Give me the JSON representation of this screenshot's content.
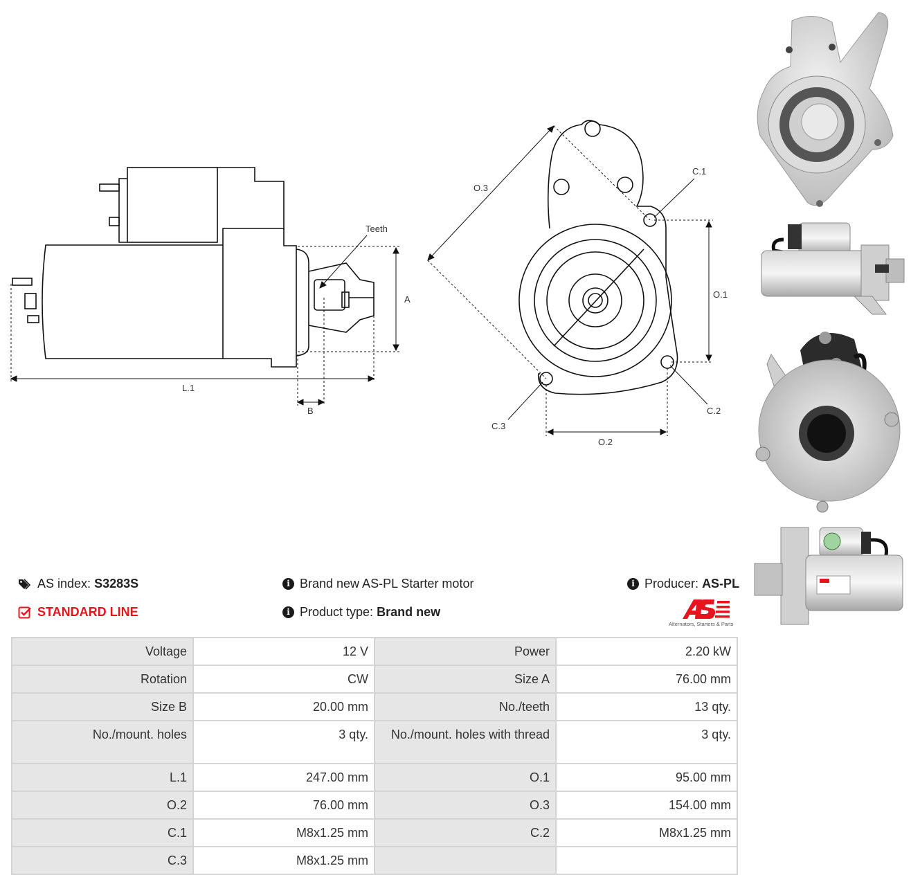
{
  "drawing": {
    "labels": {
      "teeth": "Teeth",
      "a": "A",
      "b": "B",
      "l1": "L.1",
      "o1": "O.1",
      "o2": "O.2",
      "o3": "O.3",
      "c1": "C.1",
      "c2": "C.2",
      "c3": "C.3"
    }
  },
  "info": {
    "as_index_label": "AS index:",
    "as_index_value": "S3283S",
    "line": "STANDARD LINE",
    "brand_text": "Brand new AS-PL Starter motor",
    "product_type_label": "Product type:",
    "product_type_value": "Brand new",
    "producer_label": "Producer:",
    "producer_value": "AS-PL",
    "logo_tagline": "Alternators, Starters & Parts"
  },
  "specs": [
    {
      "l1": "Voltage",
      "v1": "12 V",
      "l2": "Power",
      "v2": "2.20 kW"
    },
    {
      "l1": "Rotation",
      "v1": "CW",
      "l2": "Size A",
      "v2": "76.00 mm"
    },
    {
      "l1": "Size B",
      "v1": "20.00 mm",
      "l2": "No./teeth",
      "v2": "13 qty."
    },
    {
      "l1": "No./mount. holes",
      "v1": "3 qty.",
      "l2": "No./mount. holes with thread",
      "v2": "3 qty."
    },
    {
      "l1": "L.1",
      "v1": "247.00 mm",
      "l2": "O.1",
      "v2": "95.00 mm"
    },
    {
      "l1": "O.2",
      "v1": "76.00 mm",
      "l2": "O.3",
      "v2": "154.00 mm"
    },
    {
      "l1": "C.1",
      "v1": "M8x1.25 mm",
      "l2": "C.2",
      "v2": "M8x1.25 mm"
    },
    {
      "l1": "C.3",
      "v1": "M8x1.25 mm",
      "l2": "",
      "v2": ""
    }
  ],
  "colors": {
    "accent_red": "#e5151d",
    "label_bg": "#e6e6e6",
    "border": "#d4d4d4"
  },
  "icons": [
    "tags-icon",
    "check-square-icon",
    "info-circle-icon",
    "as-logo"
  ]
}
